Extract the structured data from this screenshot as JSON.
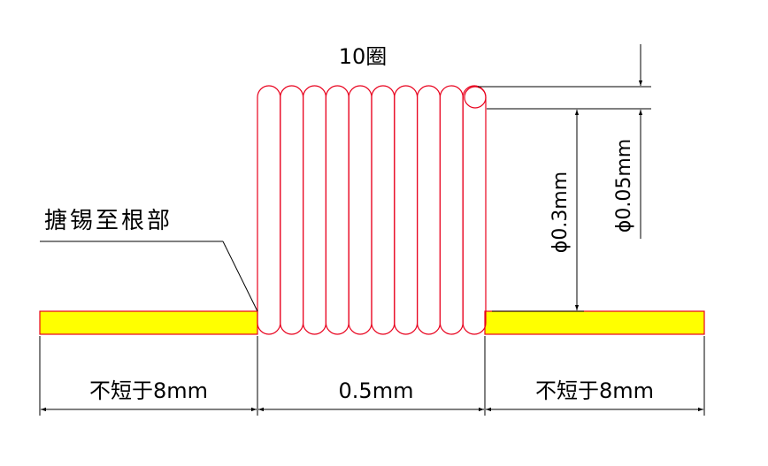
{
  "diagram": {
    "turns_label": "10圈",
    "tinning_label": "搪锡至根部",
    "wire_diameter_label": "ϕ0.3mm",
    "wire_gauge_label": "ϕ0.05mm",
    "left_lead_label": "不短于8mm",
    "coil_length_label": "0.5mm",
    "right_lead_label": "不短于8mm",
    "turn_count": 10,
    "colors": {
      "coil": "#e8001c",
      "lead_fill": "#ffff00",
      "lead_stroke": "#e8001c",
      "dimension": "#000000"
    }
  }
}
